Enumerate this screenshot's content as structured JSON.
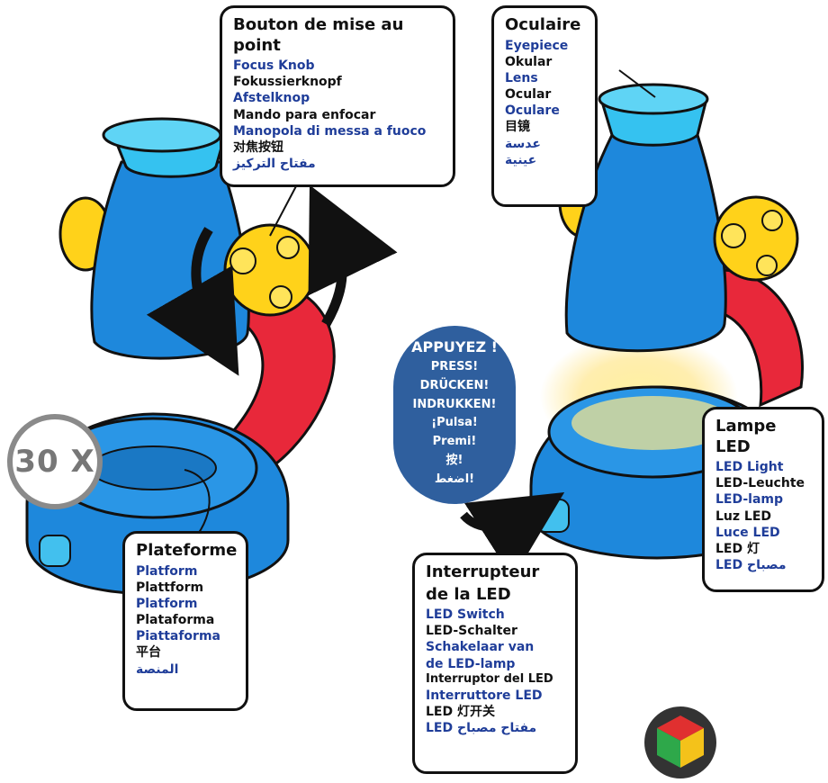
{
  "callouts": {
    "focus": {
      "title": "Bouton de mise au point",
      "lines": [
        "Focus Knob",
        "Fokussierknopf",
        "Afstelknop",
        "Mando para enfocar",
        "Manopola di messa a fuoco",
        "对焦按钮",
        "مفتاح التركيز"
      ]
    },
    "eyepiece": {
      "title": "Oculaire",
      "lines": [
        "Eyepiece",
        "Okular",
        "Lens",
        "Ocular",
        "Oculare",
        "目镜",
        "عدسة",
        "عينية"
      ]
    },
    "platform": {
      "title": "Plateforme",
      "lines": [
        "Platform",
        "Plattform",
        "Platform",
        "Plataforma",
        "Piattaforma",
        "平台",
        "المنصة"
      ]
    },
    "switch": {
      "title_1": "Interrupteur",
      "title_2": "de la LED",
      "lines": [
        "LED Switch",
        "LED-Schalter",
        "Schakelaar van",
        "de LED-lamp",
        "Interruptor del LED",
        "Interruttore LED",
        "LED 灯开关",
        "مفتاح مصباح LED"
      ]
    },
    "lamp": {
      "title": "Lampe LED",
      "lines": [
        "LED Light",
        "LED-Leuchte",
        "LED-lamp",
        "Luz LED",
        "Luce LED",
        "LED 灯",
        "مصباح LED"
      ]
    }
  },
  "press": {
    "title": "APPUYEZ !",
    "lines": [
      "PRESS!",
      "DRÜCKEN!",
      "INDRUKKEN!",
      "¡Pulsa!",
      "Premi!",
      "按!",
      "اضغط!"
    ]
  },
  "magnification": "30 X",
  "colors": {
    "body_blue": "#1e88dc",
    "arm_red": "#e8283a",
    "knob_yellow": "#ffd21a",
    "callout_blue": "#1f3d99",
    "press_bubble": "#2f5f9e"
  }
}
